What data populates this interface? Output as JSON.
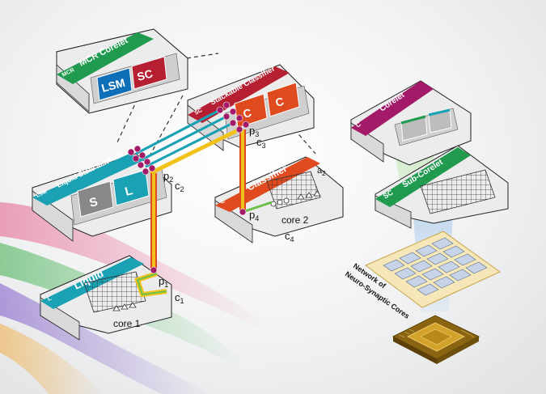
{
  "colors": {
    "green": "#1f9a4e",
    "red": "#b51f31",
    "blue": "#0e6fb8",
    "teal": "#1aa2b4",
    "purple": "#a31a68",
    "orange": "#e04a1f",
    "yellow": "#f1c21b",
    "gold": "#b98a18",
    "tile": "#d8d8d8"
  },
  "mcr": {
    "tag": "MCR",
    "title": "MCR Corelet",
    "lsm": "LSM",
    "sc": "SC"
  },
  "stack": {
    "tag": "SC",
    "title": "Stackable Classifier",
    "c1": "C",
    "c2": "C",
    "port": "p",
    "port_sub": "3",
    "corner": "c",
    "corner_sub": "3"
  },
  "lsm": {
    "tag": "LSM",
    "title": "Liquid State Machine",
    "s": "S",
    "l": "L",
    "port": "p",
    "port_sub": "2",
    "corner": "c",
    "corner_sub": "2"
  },
  "classifier": {
    "tag": "C",
    "title": "Classifier",
    "port": "p",
    "port_sub": "4",
    "a": "a",
    "a_sub": "2",
    "core": "core 2",
    "corner": "c",
    "corner_sub": "4"
  },
  "liquid": {
    "tag": "L",
    "title": "Liquid",
    "port": "p",
    "port_sub": "1",
    "core": "core 1",
    "corner": "c",
    "corner_sub": "1"
  },
  "corelet": {
    "tag": "C",
    "title": "Corelet"
  },
  "subcorelet": {
    "tag": "SC",
    "title": "Sub-Corelet"
  },
  "network": {
    "line1": "Network of",
    "line2": "Neuro-Synaptic Cores"
  }
}
